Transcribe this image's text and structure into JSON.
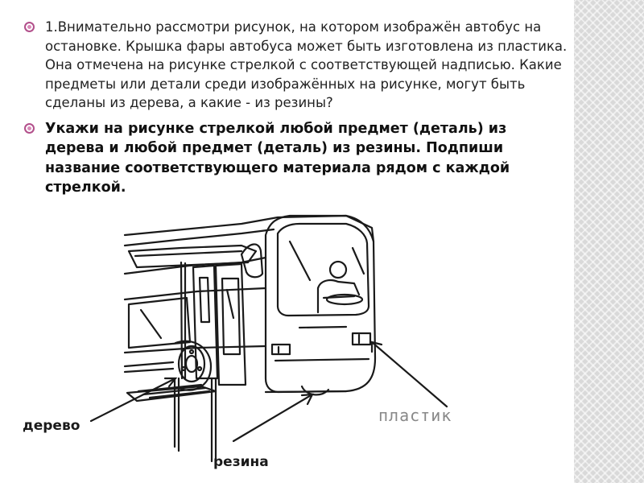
{
  "bullets": [
    "1.Внимательно рассмотри рисунок, на котором изображён автобус на остановке. Крышка фары автобуса может быть изготовлена из пластика. Она отмечена на рисунке стрелкой с соответствующей надписью. Какие предметы или детали среди изображённых на рисунке, могут быть сделаны из дерева, а какие - из резины?",
    "Укажи на рисунке стрелкой любой предмет (деталь) из дерева и любой предмет (деталь) из резины. Подпиши название соответствующего материала рядом с каждой стрелкой."
  ],
  "labels": {
    "wood": "дерево",
    "rubber": "резина",
    "plastic": "пластик"
  },
  "colors": {
    "bullet_accent": "#b2508b",
    "side_stripe": "#d9d9d9"
  }
}
